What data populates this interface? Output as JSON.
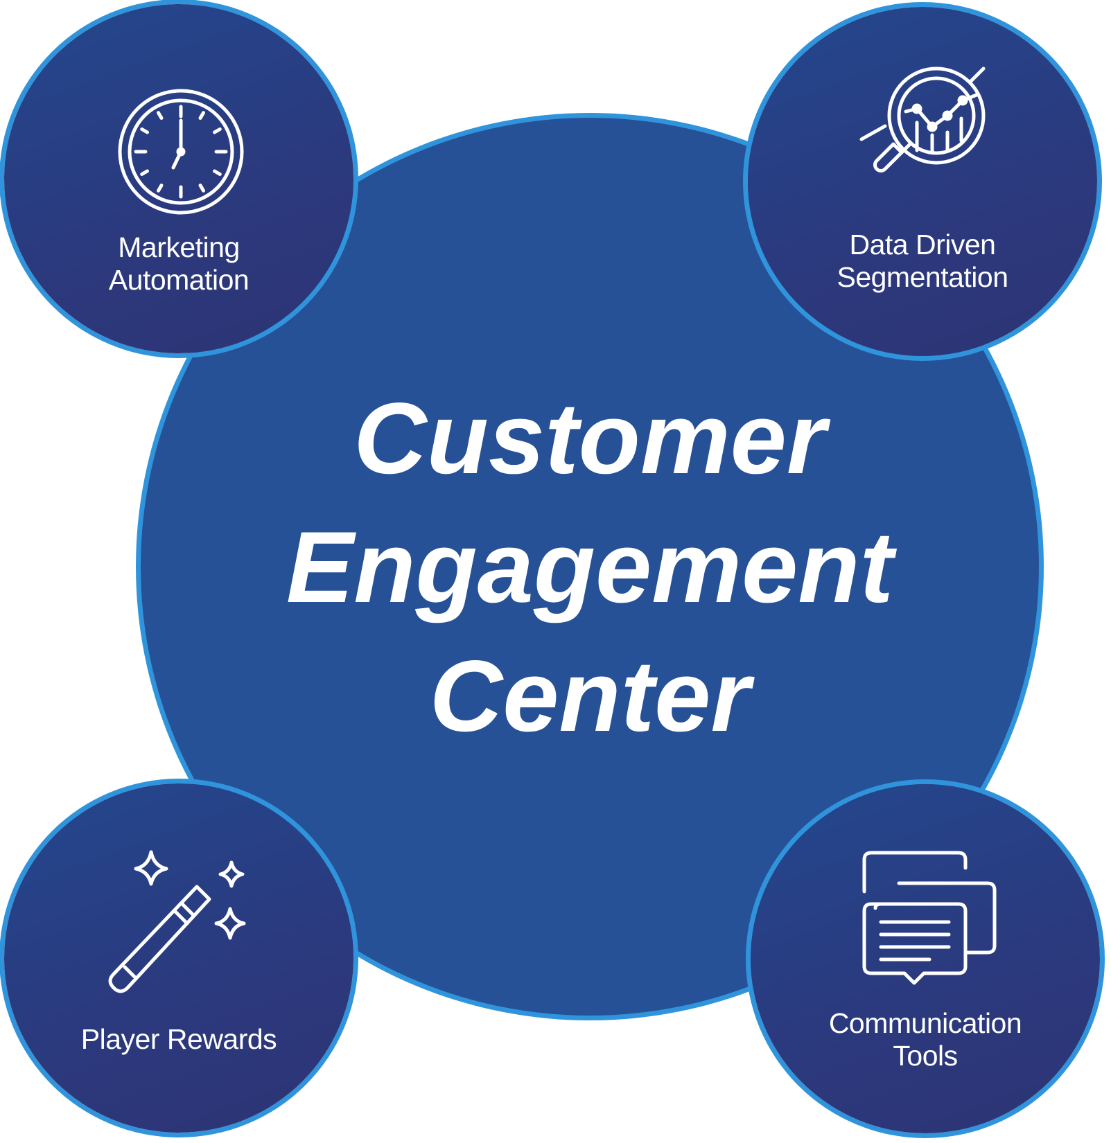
{
  "hub": {
    "title_line1": "Customer",
    "title_line2": "Engagement",
    "title_line3": "Center"
  },
  "nodes": {
    "marketing_automation": {
      "icon": "clock-icon",
      "line1": "Marketing",
      "line2": "Automation"
    },
    "data_driven_segmentation": {
      "icon": "magnifier-chart-icon",
      "line1": "Data Driven",
      "line2": "Segmentation"
    },
    "player_rewards": {
      "icon": "magic-wand-icon",
      "line1": "Player Rewards"
    },
    "communication_tools": {
      "icon": "chat-messages-icon",
      "line1": "Communication",
      "line2": "Tools"
    }
  },
  "colors": {
    "hub_fill": "#265196",
    "node_fill": "#2b3a7e",
    "ring": "#2f94dc",
    "text": "#ffffff"
  }
}
